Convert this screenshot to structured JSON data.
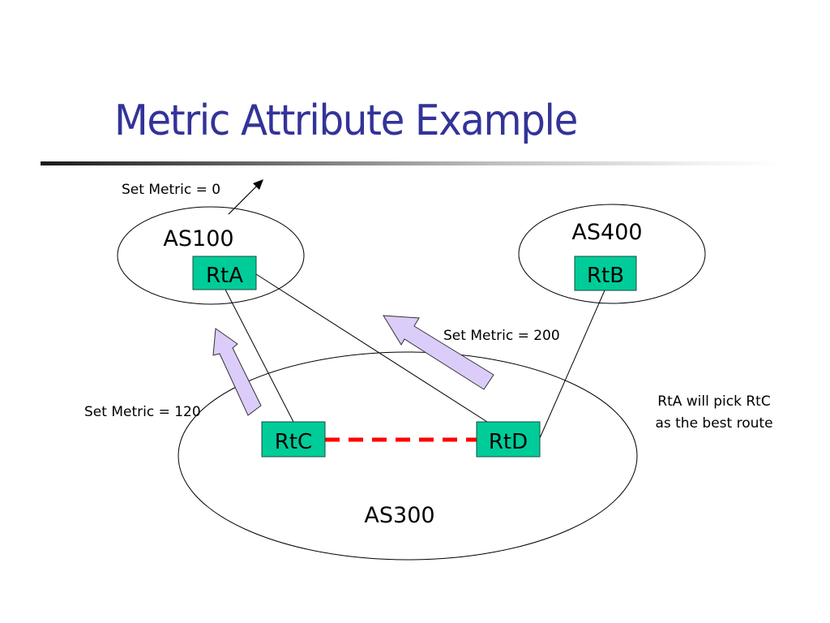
{
  "slide": {
    "title": "Metric Attribute Example",
    "title_color": "#333399"
  },
  "diagram": {
    "autonomous_systems": [
      {
        "id": "as100",
        "label": "AS100"
      },
      {
        "id": "as400",
        "label": "AS400"
      },
      {
        "id": "as300",
        "label": "AS300"
      }
    ],
    "routers": [
      {
        "id": "rta",
        "label": "RtA",
        "as": "AS100"
      },
      {
        "id": "rtb",
        "label": "RtB",
        "as": "AS400"
      },
      {
        "id": "rtc",
        "label": "RtC",
        "as": "AS300"
      },
      {
        "id": "rtd",
        "label": "RtD",
        "as": "AS300"
      }
    ],
    "links": [
      {
        "from": "RtA",
        "to": "RtC",
        "style": "solid"
      },
      {
        "from": "RtA",
        "to": "RtD",
        "style": "solid"
      },
      {
        "from": "RtB",
        "to": "RtD",
        "style": "solid"
      },
      {
        "from": "RtC",
        "to": "RtD",
        "style": "dashed-red"
      }
    ],
    "annotations": {
      "rta_metric": "Set Metric = 0",
      "rtc_metric": "Set Metric = 120",
      "rtd_metric": "Set Metric = 200",
      "conclusion_line1": "RtA will pick RtC",
      "conclusion_line2": "as the best route"
    },
    "colors": {
      "router_fill": "#00CC99",
      "router_border": "#1a4d3a",
      "arrow_fill": "#DCCCFA",
      "ibgp_link": "#FF0000"
    }
  }
}
